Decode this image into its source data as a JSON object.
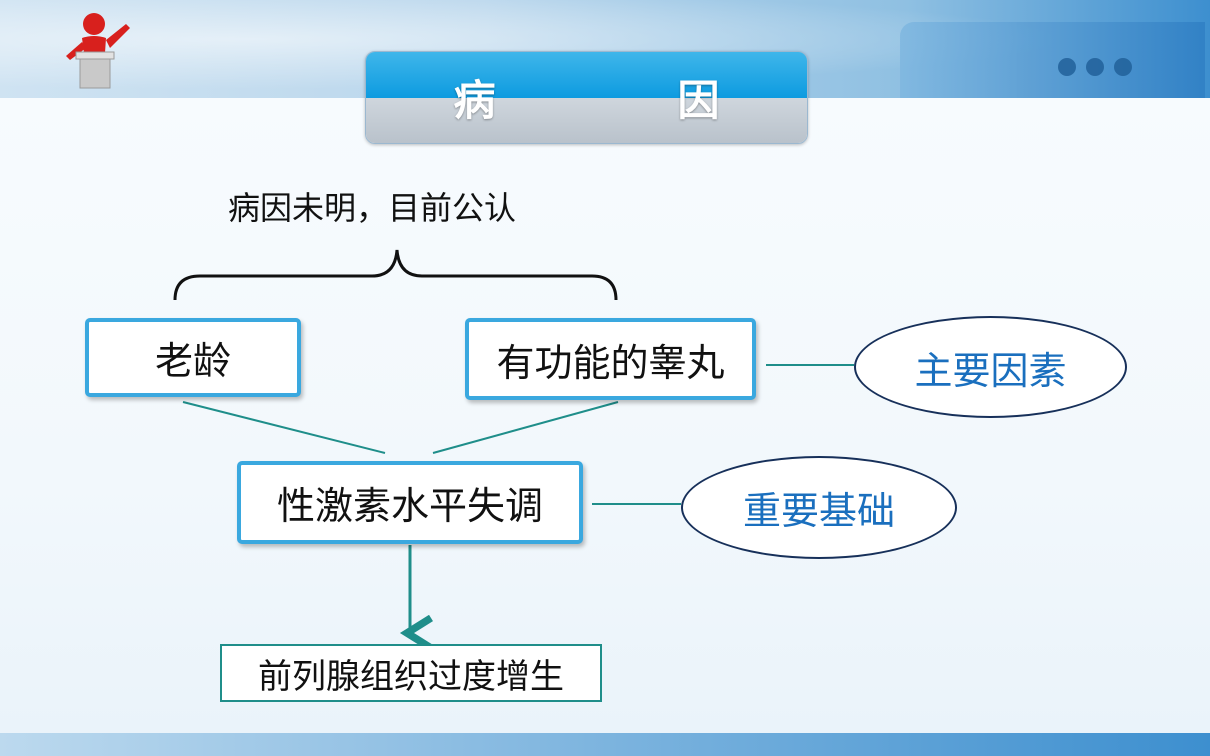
{
  "title": "病　因",
  "note": "病因未明，目前公认",
  "boxes": {
    "age": "老龄",
    "testis": "有功能的睾丸",
    "hormone": "性激素水平失调",
    "result": "前列腺组织过度增生"
  },
  "ovals": {
    "main_factor": "主要因素",
    "important_basis": "重要基础"
  },
  "colors": {
    "box_border": "#3aa8df",
    "connector": "#1f8e8a",
    "oval_border": "#17305a",
    "oval_text": "#1a6fbe",
    "title_top": "#0d9be0",
    "title_bottom": "#b9c2cb"
  }
}
